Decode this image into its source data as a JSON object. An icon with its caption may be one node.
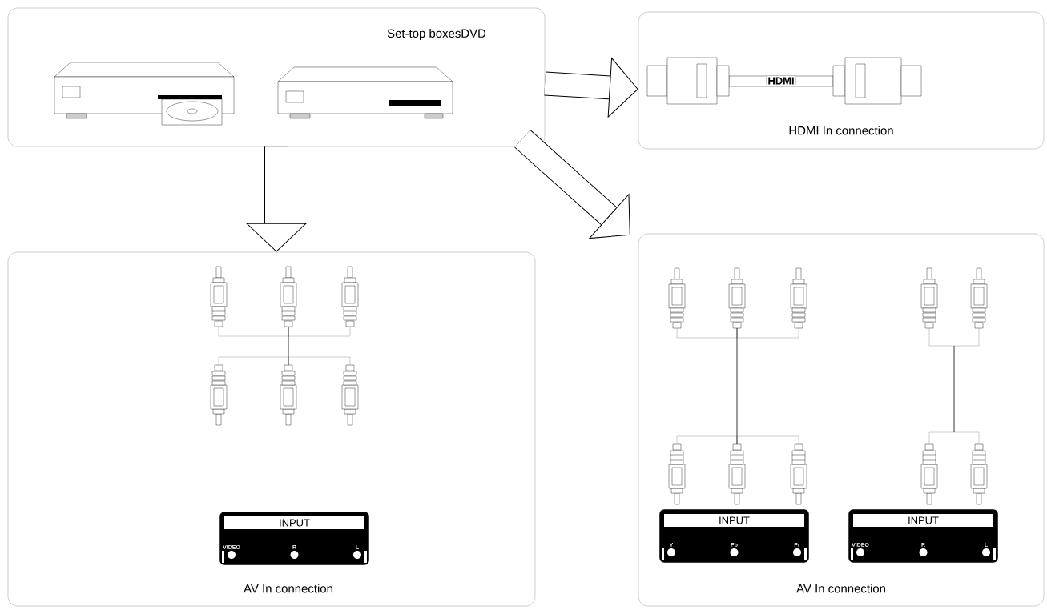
{
  "diagram": {
    "nodes": [
      {
        "text": [
          "Set-top boxesDVD"
        ]
      },
      {
        "text": [
          "HDMI In connection"
        ]
      },
      {
        "text": [
          "AV In connection"
        ]
      },
      {
        "text": [
          "AV In connection"
        ]
      },
      {
        "text": [
          "INPUT",
          "VIDEO",
          "R",
          "L"
        ],
        "in": 2
      },
      {
        "text": [
          "INPUT",
          "Y",
          "Pb",
          "Pr"
        ],
        "in": 3
      },
      {
        "text": [
          "INPUT",
          "VIDEO",
          "R",
          "L"
        ],
        "in": 3
      }
    ],
    "edges": [
      {
        "from": 0,
        "to": 1,
        "arrow": "to"
      },
      {
        "from": 0,
        "to": 2,
        "arrow": "to"
      },
      {
        "from": 0,
        "to": 3,
        "arrow": "to"
      }
    ],
    "labels": [
      "HDMI"
    ]
  }
}
